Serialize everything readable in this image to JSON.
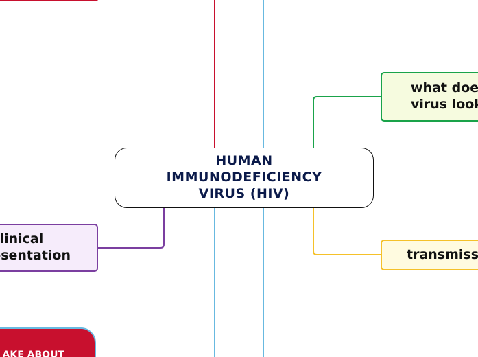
{
  "map": {
    "central_topic": {
      "line1": "HUMAN",
      "line2": "IMMUNODEFICIENCY",
      "line3": "VIRUS (HIV)"
    },
    "topics": {
      "appearance": {
        "line1": "what doe",
        "line2": "virus look",
        "color": "#1aa34a"
      },
      "transmission": {
        "label": "transmiss",
        "color": "#f5c12a"
      },
      "clinical": {
        "line1": "clinical",
        "line2": "esentation",
        "color": "#7b3fa0"
      },
      "red_bottom": {
        "label": "AKE ABOUT",
        "color": "#c8102e"
      }
    },
    "connector_colors": {
      "red": "#c8102e",
      "blue": "#68b9e0",
      "green": "#1aa34a",
      "yellow": "#f5c12a",
      "purple": "#7b3fa0"
    }
  }
}
